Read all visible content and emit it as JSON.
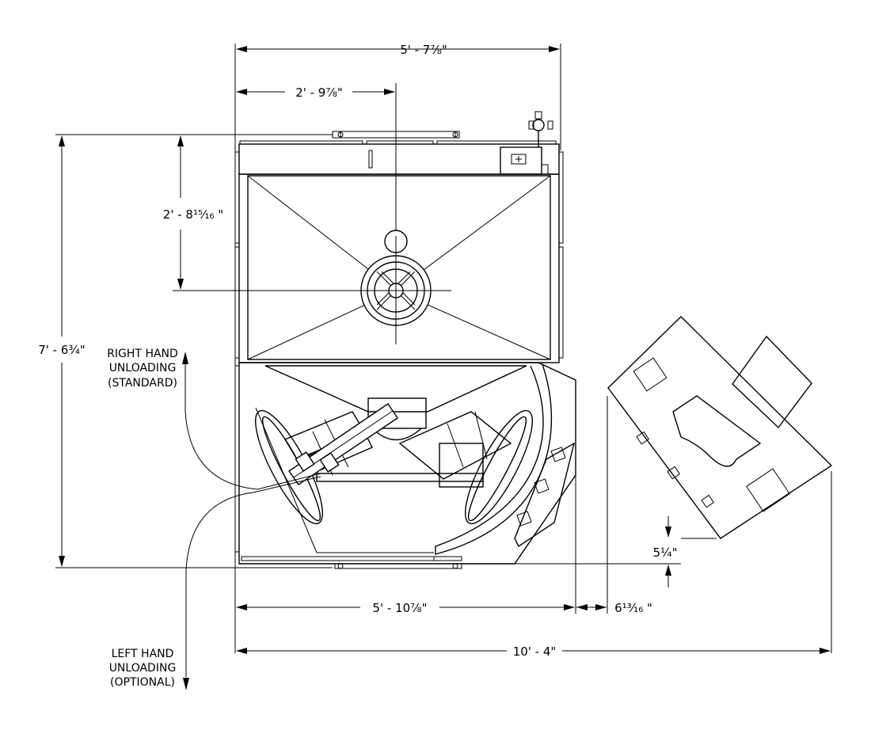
{
  "dimensions": {
    "overall_width": "5' - 7⅞\"",
    "center_width": "2' - 9⅞\"",
    "center_depth": "2' - 8¹⁵⁄₁₆ \"",
    "overall_depth": "7' - 6¾\"",
    "base_width": "5' - 10⅞\"",
    "gap": "6¹³⁄₁₆ \"",
    "total_width": "10' - 4\"",
    "offset": "5¼\""
  },
  "notes": {
    "right_hand_line1": "RIGHT HAND",
    "right_hand_line2": "UNLOADING",
    "right_hand_line3": "(STANDARD)",
    "left_hand_line1": "LEFT HAND",
    "left_hand_line2": "UNLOADING",
    "left_hand_line3": "(OPTIONAL)"
  }
}
